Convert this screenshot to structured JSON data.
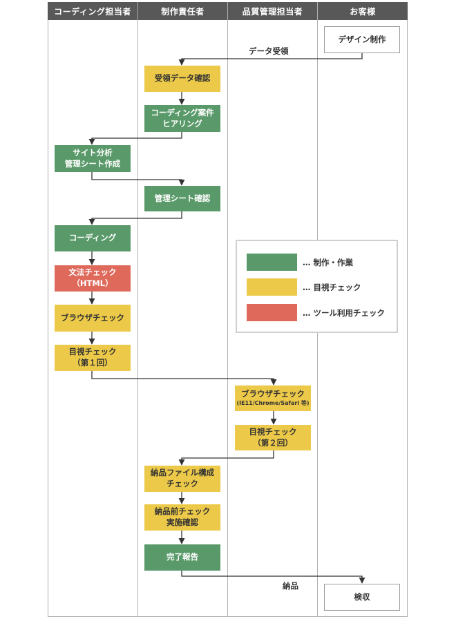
{
  "lanes": [
    {
      "name": "コーディング担当者"
    },
    {
      "name": "制作責任者"
    },
    {
      "name": "品質管理担当者"
    },
    {
      "name": "お客様"
    }
  ],
  "nodes": {
    "design": "デザイン制作",
    "data_receipt_check": "受領データ確認",
    "coding_hearing": "コーディング案件\nヒアリング",
    "site_analysis": "サイト分析\n管理シート作成",
    "sheet_check": "管理シート確認",
    "coding": "コーディング",
    "syntax_check": "文法チェック\n（HTML）",
    "browser_check": "ブラウザチェック",
    "visual_check_1": "目視チェック\n（第１回）",
    "qa_browser_check_title": "ブラウザチェック",
    "qa_browser_check_sub": "(IE11/Chrome/Safari 等)",
    "visual_check_2": "目視チェック\n（第２回）",
    "delivery_file_check": "納品ファイル構成\nチェック",
    "pre_delivery_check": "納品前チェック\n実施確認",
    "completion_report": "完了報告",
    "inspection": "検収"
  },
  "edge_labels": {
    "data_received": "データ受領",
    "delivery": "納品"
  },
  "legend": [
    {
      "label": "… 制作・作業",
      "color": "#5a9a6a"
    },
    {
      "label": "… 目視チェック",
      "color": "#ecc948"
    },
    {
      "label": "… ツール利用チェック",
      "color": "#df6a5c"
    }
  ],
  "colors": {
    "work": "#5a9a6a",
    "visual_check": "#ecc948",
    "tool_check": "#df6a5c",
    "header": "#585858"
  }
}
